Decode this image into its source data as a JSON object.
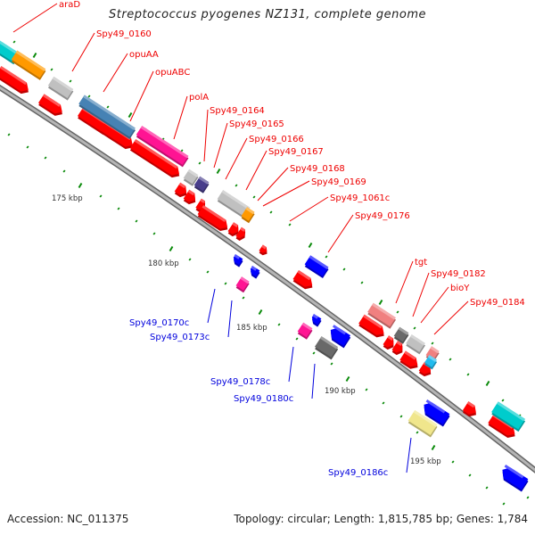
{
  "title": "Streptococcus pyogenes NZ131, complete genome",
  "footer": {
    "accession": "Accession: NC_011375",
    "summary": "Topology: circular; Length: 1,815,785 bp; Genes: 1,784"
  },
  "colors": {
    "forward_label": "#ee0000",
    "reverse_label": "#0000dd",
    "backbone": "#9a9a9a",
    "tick": "#0a8a0a",
    "cds": "#ff0000"
  },
  "kbp_labels": [
    "175 kbp",
    "180 kbp",
    "185 kbp",
    "190 kbp",
    "195 kbp"
  ],
  "forward_genes": [
    {
      "name": "araD",
      "color": "#00cccc"
    },
    {
      "name": "Spy49_0160",
      "color": "#ff9900"
    },
    {
      "name": "opuAA",
      "color": "#c0c0c0"
    },
    {
      "name": "opuABC",
      "color": "#4682b4"
    },
    {
      "name": "polA",
      "color": "#ff1493"
    },
    {
      "name": "Spy49_0164",
      "color": "#c0c0c0"
    },
    {
      "name": "Spy49_0165",
      "color": "#483d8b"
    },
    {
      "name": "Spy49_0166",
      "color": "#ff0000"
    },
    {
      "name": "Spy49_0167",
      "color": "#ff0000"
    },
    {
      "name": "Spy49_0168",
      "color": "#c0c0c0"
    },
    {
      "name": "Spy49_0169",
      "color": "#ff9900"
    },
    {
      "name": "Spy49_1061c",
      "color": "#ff0000"
    },
    {
      "name": "Spy49_0176",
      "color": "#0000ff"
    },
    {
      "name": "tgt",
      "color": "#f08080"
    },
    {
      "name": "Spy49_0182",
      "color": "#696969"
    },
    {
      "name": "bioY",
      "color": "#c0c0c0"
    },
    {
      "name": "Spy49_0184",
      "color": "#f08080"
    }
  ],
  "reverse_genes": [
    {
      "name": "Spy49_0170c",
      "color": "#0000ff"
    },
    {
      "name": "Spy49_0173c",
      "color": "#ff1493"
    },
    {
      "name": "Spy49_0178c",
      "color": "#ff1493"
    },
    {
      "name": "Spy49_0180c",
      "color": "#696969"
    },
    {
      "name": "Spy49_0186c",
      "color": "#f0e68c"
    }
  ]
}
